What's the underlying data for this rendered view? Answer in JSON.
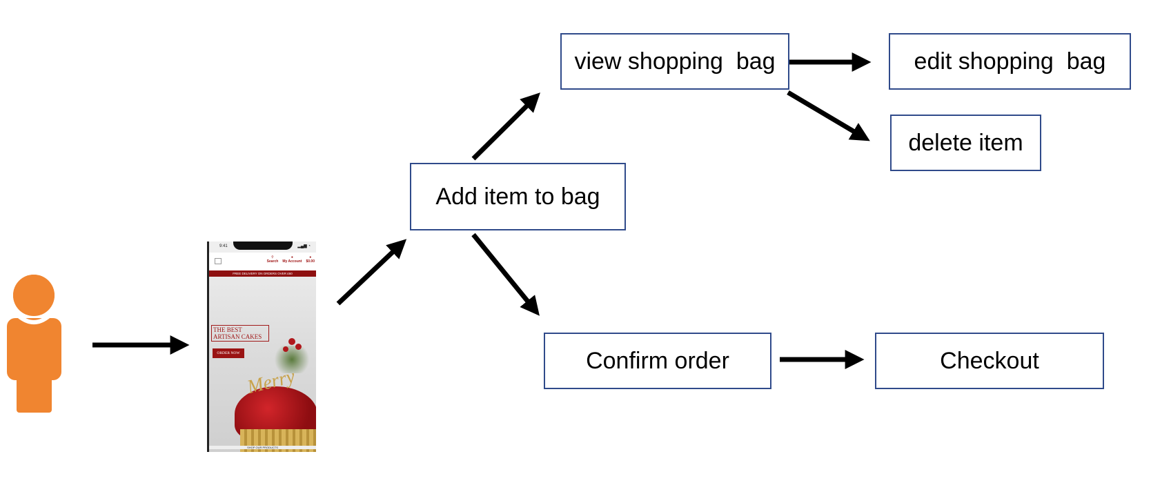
{
  "colors": {
    "box_border": "#2f4a8a",
    "arrow": "#000000",
    "user_icon": "#f08530",
    "brand_red": "#9a1414"
  },
  "icons": {
    "user": "person-icon",
    "phone": "mobile-app-screenshot"
  },
  "nodes": {
    "add_item": "Add item to bag",
    "view_bag": "view shopping  bag",
    "edit_bag": "edit shopping  bag",
    "delete_item": "delete item",
    "confirm_order": "Confirm order",
    "checkout": "Checkout"
  },
  "phone": {
    "status_time": "9:41",
    "nav_search": "Search",
    "nav_account": "My Account",
    "nav_bag": "$0.00",
    "promo_banner": "FREE DELIVERY ON ORDERS OVER £60",
    "headline": "THE BEST ARTISAN CAKES",
    "order_button": "ORDER NOW",
    "bottom_text": "SHOP OUR PRODUCTS"
  }
}
